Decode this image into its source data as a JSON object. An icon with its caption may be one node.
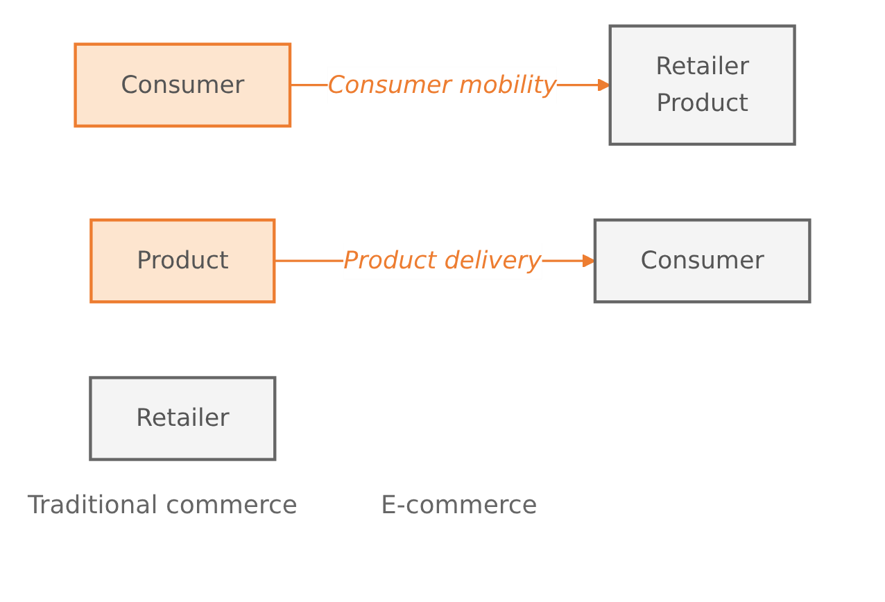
{
  "diagram": {
    "nodes": [
      {
        "text": [
          "Consumer"
        ]
      },
      {
        "text": [
          "Retailer",
          "Product"
        ]
      },
      {
        "text": [
          "Consumer"
        ]
      },
      {
        "text": [
          "Product"
        ]
      },
      {
        "text": [
          "Retailer"
        ]
      }
    ],
    "edges": [
      {
        "from": 0,
        "to": 1,
        "arrow": "to",
        "label": "Consumer mobility"
      },
      {
        "from": 3,
        "to": 2,
        "arrow": "to",
        "label": "Product delivery"
      }
    ],
    "labels": [
      "Traditional commerce",
      "E-commerce"
    ]
  }
}
